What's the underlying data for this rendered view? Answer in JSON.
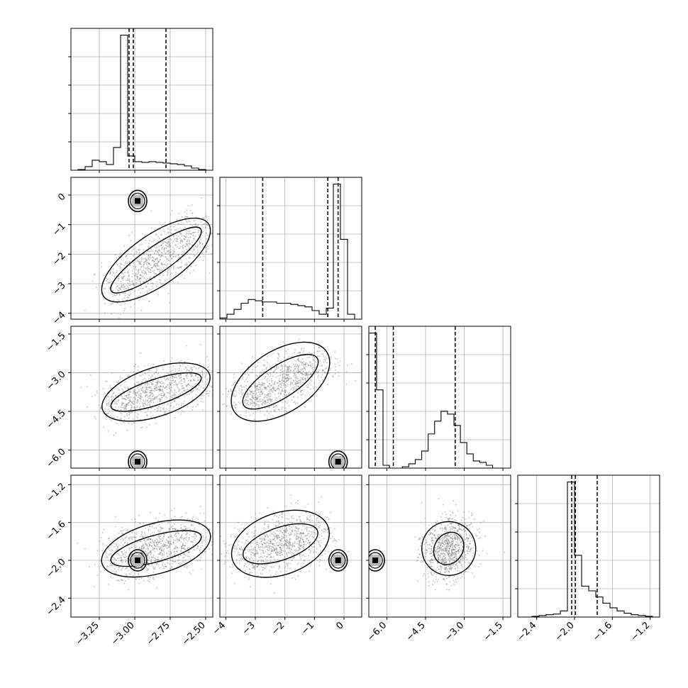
{
  "chart_data": {
    "type": "corner",
    "title": "",
    "parameters": [
      {
        "index": 0,
        "range": [
          -3.45,
          -2.45
        ],
        "ticks": [
          -3.25,
          -3.0,
          -2.75,
          -2.5
        ],
        "tick_labels": [
          "−3.25",
          "−3.00",
          "−2.75",
          "−2.50"
        ],
        "quantiles": [
          -3.04,
          -3.01,
          -2.78
        ],
        "histogram_bins": [
          -3.45,
          -3.4,
          -3.35,
          -3.3,
          -3.25,
          -3.2,
          -3.15,
          -3.1,
          -3.05,
          -3.0,
          -2.95,
          -2.9,
          -2.85,
          -2.8,
          -2.75,
          -2.7,
          -2.65,
          -2.6,
          -2.55,
          -2.5,
          -2.45
        ],
        "histogram_counts": [
          0,
          1,
          5,
          14,
          12,
          8,
          32,
          190,
          20,
          12,
          11,
          12,
          11,
          10,
          9,
          8,
          6,
          3,
          1,
          0
        ]
      },
      {
        "index": 1,
        "range": [
          -4.2,
          0.6
        ],
        "ticks": [
          -4,
          -3,
          -2,
          -1,
          0
        ],
        "tick_labels": [
          "−4",
          "−3",
          "−2",
          "−1",
          "0"
        ],
        "quantiles": [
          -2.75,
          -0.55,
          -0.2
        ],
        "histogram_bins": [
          -4.2,
          -3.96,
          -3.72,
          -3.48,
          -3.24,
          -3.0,
          -2.76,
          -2.52,
          -2.28,
          -2.04,
          -1.8,
          -1.56,
          -1.32,
          -1.08,
          -0.84,
          -0.6,
          -0.36,
          -0.12,
          0.12,
          0.36,
          0.6
        ],
        "histogram_counts": [
          1,
          4,
          8,
          13,
          16,
          15,
          14,
          14,
          13,
          13,
          12,
          11,
          10,
          7,
          4,
          9,
          110,
          65,
          4,
          0
        ],
        "ylabel_ticks": [
          0,
          -1,
          -2,
          -3,
          -4
        ],
        "ylabel_tick_labels": [
          "0",
          "−1",
          "−2",
          "−3",
          "−4"
        ]
      },
      {
        "index": 2,
        "range": [
          -6.7,
          -1.2
        ],
        "ticks": [
          -6.0,
          -4.5,
          -3.0,
          -1.5
        ],
        "tick_labels": [
          "−6.0",
          "−4.5",
          "−3.0",
          "−1.5"
        ],
        "quantiles": [
          -6.45,
          -5.75,
          -3.35
        ],
        "histogram_bins": [
          -6.7,
          -6.4,
          -6.15,
          -5.9,
          -5.65,
          -5.4,
          -5.15,
          -4.9,
          -4.65,
          -4.4,
          -4.15,
          -3.9,
          -3.65,
          -3.4,
          -3.15,
          -2.9,
          -2.65,
          -2.4,
          -2.15,
          -1.9,
          -1.65
        ],
        "histogram_counts": [
          95,
          55,
          2,
          0,
          0,
          1,
          3,
          6,
          12,
          24,
          33,
          40,
          38,
          30,
          18,
          10,
          5,
          4,
          2,
          0
        ],
        "ylabel_ticks": [
          -1.5,
          -3.0,
          -4.5,
          -6.0
        ],
        "ylabel_tick_labels": [
          "−1.5",
          "−3.0",
          "−4.5",
          "−6.0"
        ]
      },
      {
        "index": 3,
        "range": [
          -2.6,
          -1.1
        ],
        "ticks": [
          -2.4,
          -2.0,
          -1.6,
          -1.2
        ],
        "tick_labels": [
          "−2.4",
          "−2.0",
          "−1.6",
          "−1.2"
        ],
        "quantiles": [
          -2.03,
          -1.99,
          -1.76
        ],
        "histogram_bins": [
          -2.6,
          -2.525,
          -2.45,
          -2.375,
          -2.3,
          -2.225,
          -2.15,
          -2.075,
          -2.0,
          -1.925,
          -1.85,
          -1.775,
          -1.7,
          -1.625,
          -1.55,
          -1.475,
          -1.4,
          -1.325,
          -1.25,
          -1.175,
          -1.1
        ],
        "histogram_counts": [
          0,
          0,
          1,
          2,
          3,
          4,
          8,
          175,
          80,
          40,
          34,
          26,
          18,
          12,
          8,
          5,
          3,
          2,
          1,
          0
        ],
        "ylabel_ticks": [
          -1.2,
          -1.6,
          -2.0,
          -2.4
        ],
        "ylabel_tick_labels": [
          "−1.2",
          "−1.6",
          "−2.0",
          "−2.4"
        ]
      }
    ],
    "pairs": [
      {
        "row": 1,
        "col": 0,
        "mode_centers": [
          [
            -2.98,
            -0.2
          ]
        ],
        "correlated_cloud": {
          "from": [
            -3.15,
            -3.2
          ],
          "to": [
            -2.55,
            -1.2
          ],
          "spread": [
            0.08,
            0.45
          ]
        }
      },
      {
        "row": 2,
        "col": 0,
        "mode_centers": [
          [
            -2.98,
            -6.45
          ]
        ],
        "correlated_cloud": {
          "from": [
            -3.15,
            -4.3
          ],
          "to": [
            -2.55,
            -3.2
          ],
          "spread": [
            0.09,
            0.45
          ]
        }
      },
      {
        "row": 2,
        "col": 1,
        "mode_centers": [
          [
            -0.2,
            -6.45
          ]
        ],
        "correlated_cloud": {
          "from": [
            -3.3,
            -4.2
          ],
          "to": [
            -1.0,
            -2.5
          ],
          "spread": [
            0.55,
            0.35
          ]
        }
      },
      {
        "row": 3,
        "col": 0,
        "mode_centers": [
          [
            -2.98,
            -2.0
          ]
        ],
        "correlated_cloud": {
          "from": [
            -3.15,
            -2.0
          ],
          "to": [
            -2.55,
            -1.75
          ],
          "spread": [
            0.09,
            0.14
          ]
        }
      },
      {
        "row": 3,
        "col": 1,
        "mode_centers": [
          [
            -0.2,
            -2.0
          ]
        ],
        "correlated_cloud": {
          "from": [
            -3.3,
            -1.95
          ],
          "to": [
            -1.0,
            -1.7
          ],
          "spread": [
            0.55,
            0.14
          ]
        }
      },
      {
        "row": 3,
        "col": 2,
        "mode_centers": [
          [
            -6.45,
            -2.0
          ]
        ],
        "correlated_cloud": {
          "from": [
            -3.9,
            -2.0
          ],
          "to": [
            -3.3,
            -1.75
          ],
          "spread": [
            0.45,
            0.15
          ]
        }
      }
    ],
    "grid": true
  }
}
